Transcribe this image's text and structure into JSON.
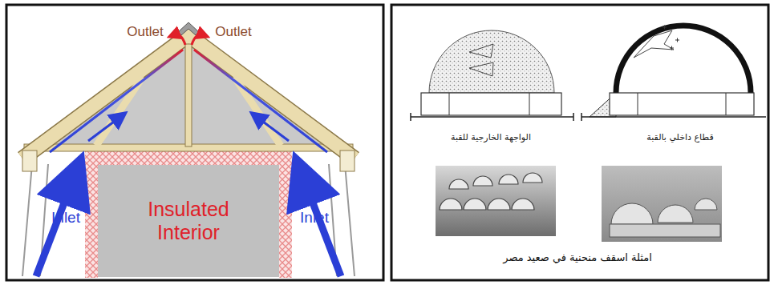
{
  "diagram": {
    "caption": "امثلة اسقف منحنية في صعيد مصر",
    "nodes": [
      {
        "text": [
          "Insulated Interior"
        ]
      }
    ],
    "labels": [
      "Outlet",
      "Outlet",
      "Inlet",
      "Inlet",
      "الواجهة الخارجية للقبة",
      "قطاع داخلي بالقبة"
    ]
  }
}
